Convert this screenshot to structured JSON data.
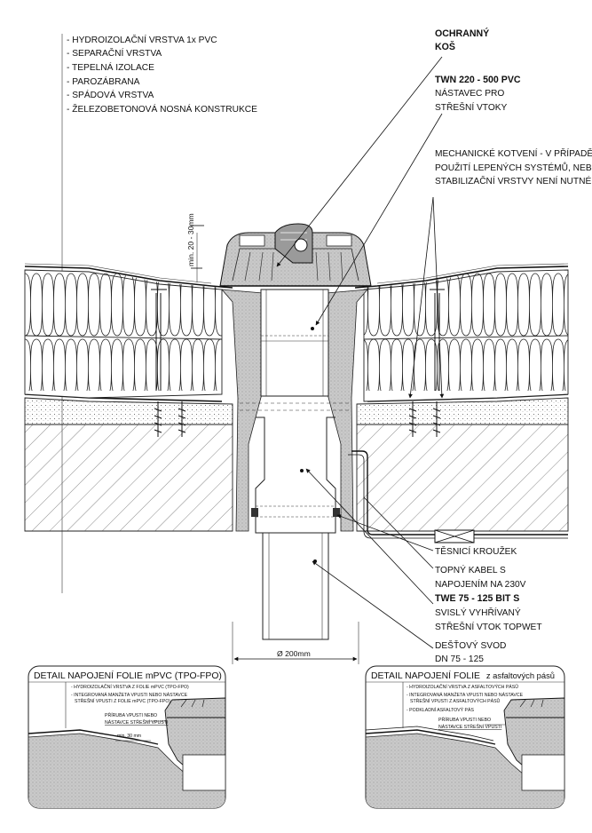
{
  "layers_list": [
    "- HYDROIZOLAČNÍ VRSTVA 1x PVC",
    "- SEPARAČNÍ VRSTVA",
    "- TEPELNÁ IZOLACE",
    "- PAROZÁBRANA",
    "- SPÁDOVÁ VRSTVA",
    "- ŽELEZOBETONOVÁ NOSNÁ KONSTRUKCE"
  ],
  "labels": {
    "basket_line1": "OCHRANNÝ",
    "basket_line2": "KOŠ",
    "twn_title": "TWN 220 - 500 PVC",
    "twn_line1": "NÁSTAVEC PRO",
    "twn_line2": "STŘEŠNÍ VTOKY",
    "anchor_line1": "MECHANICKÉ KOTVENÍ - V PŘÍPADĚ",
    "anchor_line2": "POUŽITÍ LEPENÝCH SYSTÉMŮ, NEBO",
    "anchor_line3": "STABILIZAČNÍ VRSTVY NENÍ NUTNÉ",
    "seal_ring": "TĚSNICÍ KROUŽEK",
    "cable_line1": "TOPNÝ KABEL S",
    "cable_line2": "NAPOJENÍM NA 230V",
    "twe_title": "TWE 75 - 125 BIT S",
    "twe_line1": "SVISLÝ VYHŘÍVANÝ",
    "twe_line2": "STŘEŠNÍ VTOK TOPWET",
    "svod_line1": "DEŠŤOVÝ SVOD",
    "svod_line2": "DN 75 - 125",
    "dim_height": "min. 20 - 30mm",
    "dim_diameter": "Ø 200mm"
  },
  "detail_left": {
    "title": "DETAIL NAPOJENÍ FOLIE mPVC (TPO-FPO)",
    "items": [
      "- HYDROIZOLAČNÍ VRSTVA Z FOLIE mPVC (TPO-FPO)",
      "- INTEGROVANÁ MANŽETA VPUSTI NEBO NÁSTAVCE",
      "STŘEŠNÍ VPUSTI Z FOLIE mPVC (TPO-FPO)"
    ],
    "flange_line1": "PŘÍRUBA VPUSTI NEBO",
    "flange_line2": "NÁSTAVCE STŘEŠNÍ VPUSTI",
    "dim": "min. 30 mm"
  },
  "detail_right": {
    "title_prefix": "DETAIL NAPOJENÍ FOLIE",
    "title_suffix": "z asfaltových pásů",
    "items": [
      "- HYDROIZOLAČNÍ VRSTVA Z ASFALTOVÝCH PÁSŮ",
      "- INTEGROVANÁ MANŽETA VPUSTI NEBO NÁSTAVCE",
      "STŘEŠNÍ VPUSTI Z ASFALTOVÝCH PÁSŮ",
      "- PODKLADNÍ ASFALTOVÝ PÁS"
    ],
    "flange_line1": "PŘÍRUBA VPUSTI NEBO",
    "flange_line2": "NÁSTAVCE STŘEŠNÍ VPUSTI"
  }
}
